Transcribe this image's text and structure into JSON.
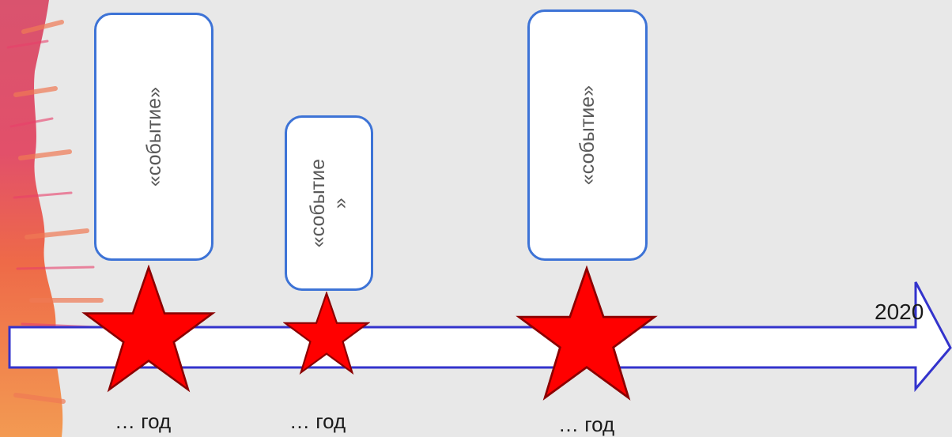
{
  "events": [
    {
      "text": "«событие»",
      "year_label": "… год"
    },
    {
      "text": "«событие\n»",
      "year_label": "… год"
    },
    {
      "text": "«событие»",
      "year_label": "… год"
    }
  ],
  "timeline": {
    "end_label": "2020"
  },
  "colors": {
    "background": "#e8e8e8",
    "card_border": "#3d73d6",
    "arrow_border": "#3333cc",
    "star_fill": "#ff0000",
    "star_stroke": "#8b0000"
  }
}
